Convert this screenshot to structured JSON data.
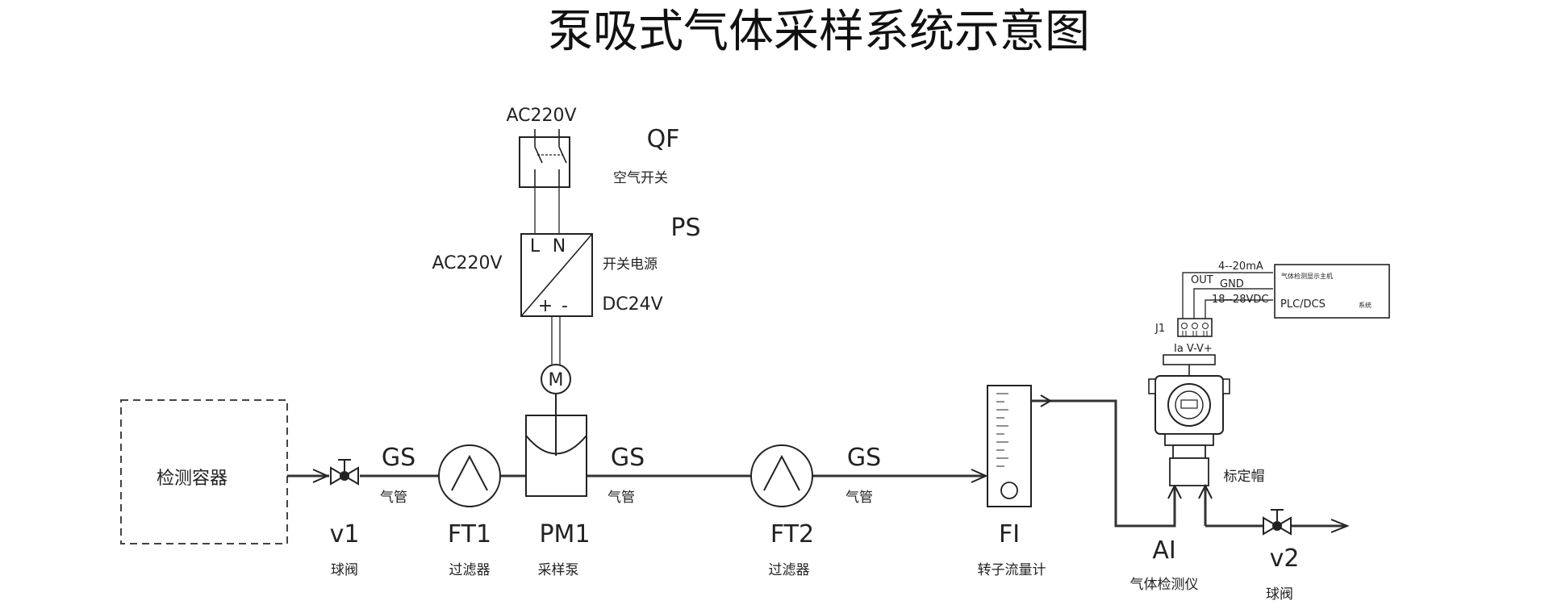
{
  "title": "泵吸式气体采样系统示意图",
  "components": {
    "container": {
      "label": "检测容器"
    },
    "qf": {
      "code": "QF",
      "name": "空气开关",
      "supply": "AC220V"
    },
    "ps": {
      "code": "PS",
      "name": "开关电源",
      "input": "AC220V",
      "output": "DC24V",
      "terminal_l": "L",
      "terminal_n": "N",
      "terminal_plus": "+",
      "terminal_minus": "-"
    },
    "motor": {
      "symbol": "M"
    },
    "v1": {
      "code": "v1",
      "name": "球阀"
    },
    "ft1": {
      "code": "FT1",
      "name": "过滤器"
    },
    "pm1": {
      "code": "PM1",
      "name": "采样泵"
    },
    "ft2": {
      "code": "FT2",
      "name": "过滤器"
    },
    "fi": {
      "code": "FI",
      "name": "转子流量计"
    },
    "ai": {
      "code": "AI",
      "name": "气体检测仪",
      "cap": "标定帽"
    },
    "v2": {
      "code": "v2",
      "name": "球阀"
    }
  },
  "pipes": [
    {
      "code": "GS",
      "name": "气管"
    },
    {
      "code": "GS",
      "name": "气管"
    },
    {
      "code": "GS",
      "name": "气管"
    }
  ],
  "wiring": {
    "signal": "4--20mA",
    "out": "OUT",
    "gnd": "GND",
    "power": "18--28VDC",
    "terminal": "J1",
    "terminal_labels": "Ia V-V+",
    "receiver": "PLC/DCS",
    "receiver_suffix": "系统",
    "receiver_header": "气体检测显示主机"
  }
}
